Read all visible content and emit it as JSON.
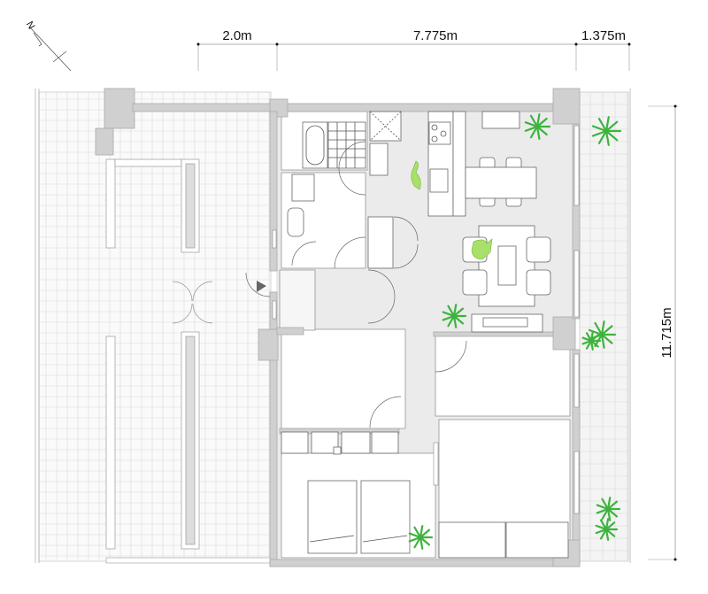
{
  "compass": {
    "label": "N"
  },
  "dimensions": {
    "top": [
      "2.0m",
      "7.775m",
      "1.375m"
    ],
    "right": "11.715m"
  },
  "colors": {
    "wall": "#d0d0d0",
    "floor": "#ebebeb",
    "plant": "#3db33d",
    "person": "#a8e06a"
  }
}
